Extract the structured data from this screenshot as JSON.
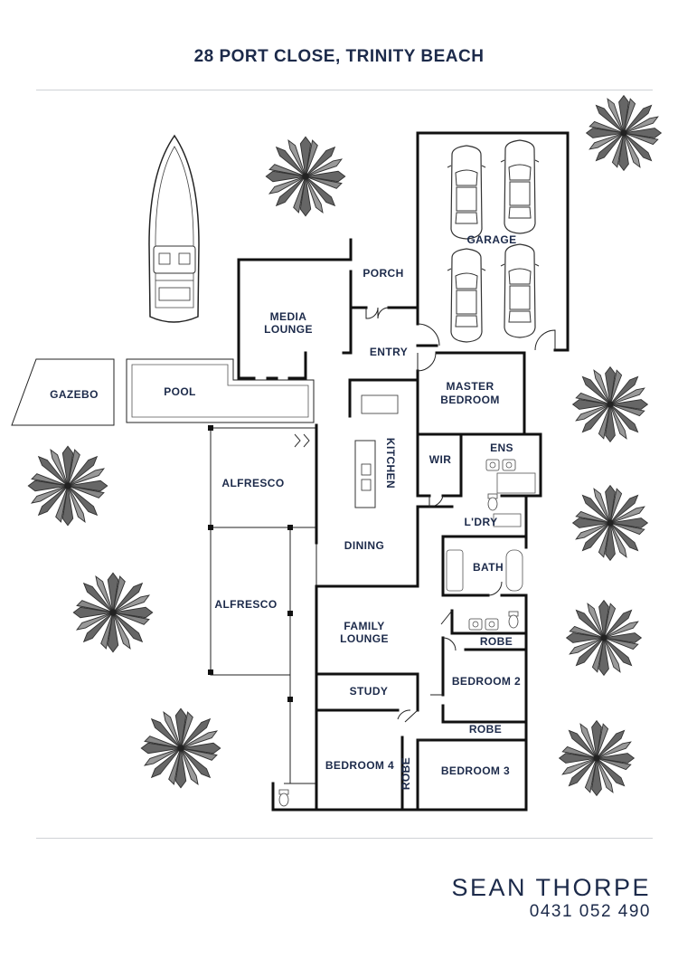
{
  "header": {
    "title": "28 PORT CLOSE, TRINITY BEACH"
  },
  "rooms": {
    "garage": "GARAGE",
    "porch": "PORCH",
    "media_line1": "MEDIA",
    "media_line2": "LOUNGE",
    "entry": "ENTRY",
    "master_line1": "MASTER",
    "master_line2": "BEDROOM",
    "gazebo": "GAZEBO",
    "pool": "POOL",
    "kitchen": "KITCHEN",
    "wir": "WIR",
    "ens": "ENS",
    "alfresco_1": "ALFRESCO",
    "alfresco_2": "ALFRESCO",
    "laundry": "L'DRY",
    "dining": "DINING",
    "bath": "BATH",
    "family_line1": "FAMILY",
    "family_line2": "LOUNGE",
    "robe_1": "ROBE",
    "bedroom2": "BEDROOM 2",
    "study": "STUDY",
    "robe_2": "ROBE",
    "bedroom4": "BEDROOM 4",
    "robe_3": "ROBE",
    "bedroom3": "BEDROOM 3"
  },
  "agent": {
    "name": "SEAN THORPE",
    "phone": "0431 052 490"
  },
  "icons": [
    "palm-tree-icon",
    "boat-icon",
    "car-icon",
    "toilet-icon",
    "bathtub-icon",
    "sink-icon"
  ],
  "colors": {
    "text": "#1c2a4a",
    "wall": "#111111",
    "rule": "#cfd2d6"
  }
}
